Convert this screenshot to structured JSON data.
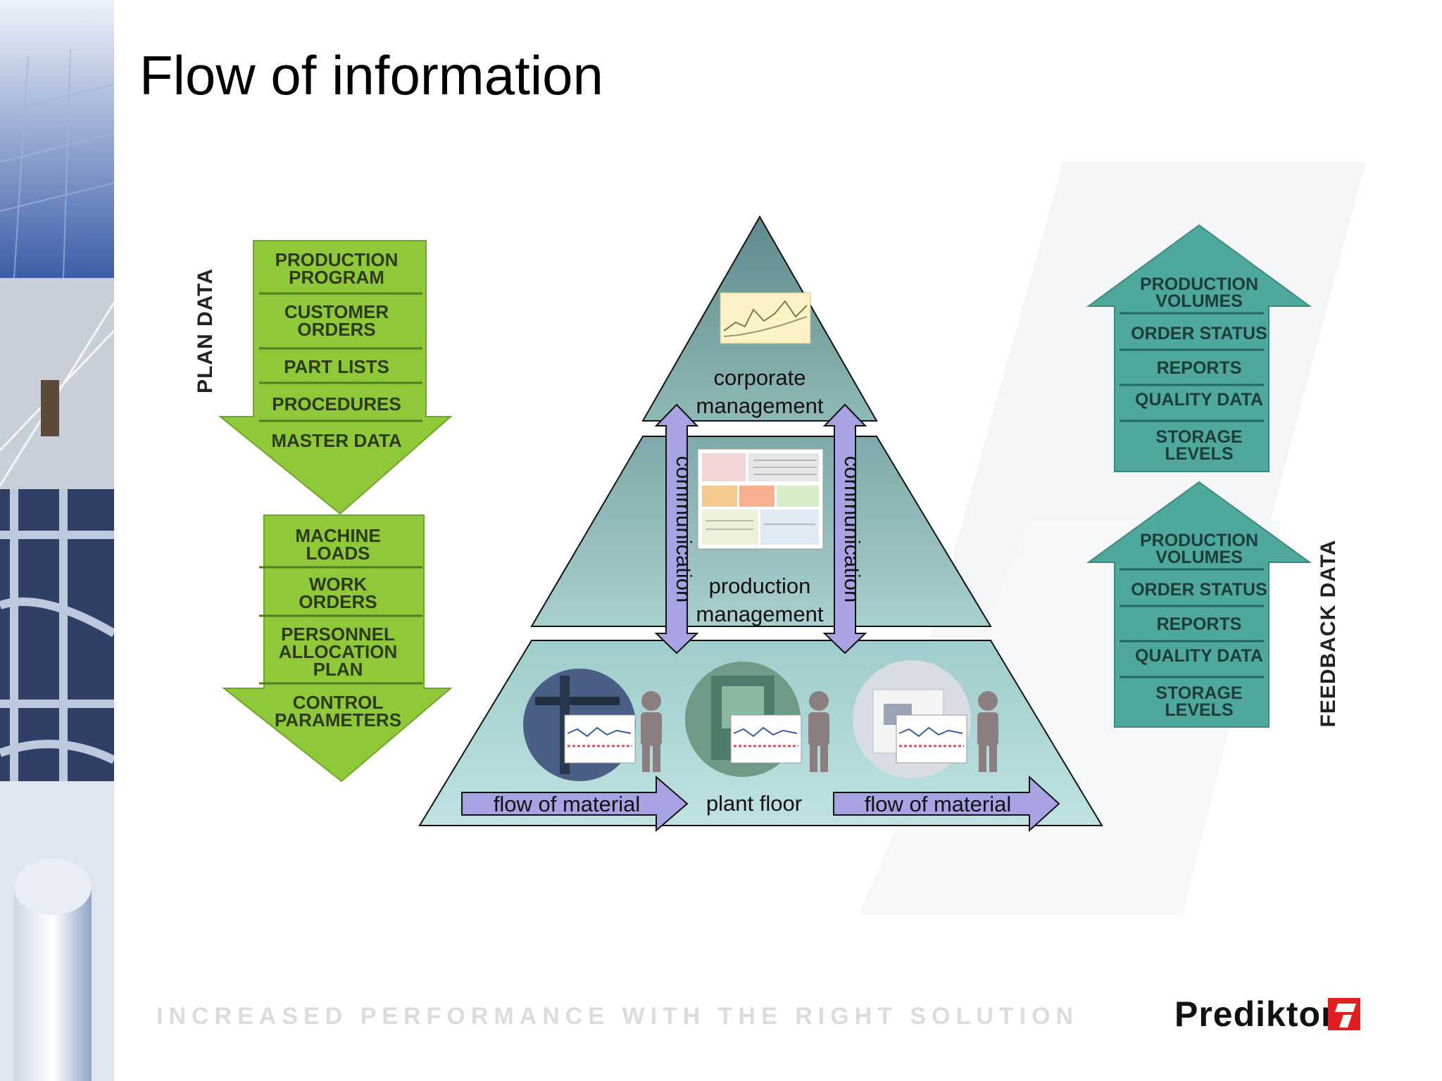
{
  "slide": {
    "title": "Flow of information"
  },
  "plan": {
    "label": "PLAN DATA",
    "arrow1": [
      [
        "PRODUCTION",
        "PROGRAM"
      ],
      [
        "CUSTOMER",
        "ORDERS"
      ],
      [
        "PART LISTS"
      ],
      [
        "PROCEDURES"
      ],
      [
        "MASTER DATA"
      ]
    ],
    "arrow2": [
      [
        "MACHINE",
        "LOADS"
      ],
      [
        "WORK",
        "ORDERS"
      ],
      [
        "PERSONNEL",
        "ALLOCATION",
        "PLAN"
      ],
      [
        "CONTROL",
        "PARAMETERS"
      ]
    ]
  },
  "feedback": {
    "label": "FEEDBACK DATA",
    "arrow1": [
      [
        "PRODUCTION",
        "VOLUMES"
      ],
      [
        "ORDER STATUS"
      ],
      [
        "REPORTS"
      ],
      [
        "QUALITY DATA"
      ],
      [
        "STORAGE",
        "LEVELS"
      ]
    ],
    "arrow2": [
      [
        "PRODUCTION",
        "VOLUMES"
      ],
      [
        "ORDER STATUS"
      ],
      [
        "REPORTS"
      ],
      [
        "QUALITY DATA"
      ],
      [
        "STORAGE",
        "LEVELS"
      ]
    ]
  },
  "pyramid": {
    "top": [
      "corporate",
      "management"
    ],
    "middle": [
      "production",
      "management"
    ],
    "bottom": "plant floor",
    "communication": "communication",
    "flow_left": "flow of material",
    "flow_right": "flow of material"
  },
  "footer": {
    "tagline": "INCREASED PERFORMANCE WITH THE RIGHT SOLUTION",
    "brand": "Prediktor"
  },
  "colors": {
    "plan_green": "#8fc93a",
    "feedback_teal": "#4ea89c",
    "comm_purple": "#a9a3e3",
    "pyramid_top": "#6c9a98",
    "pyramid_base": "#b5dcdc"
  }
}
